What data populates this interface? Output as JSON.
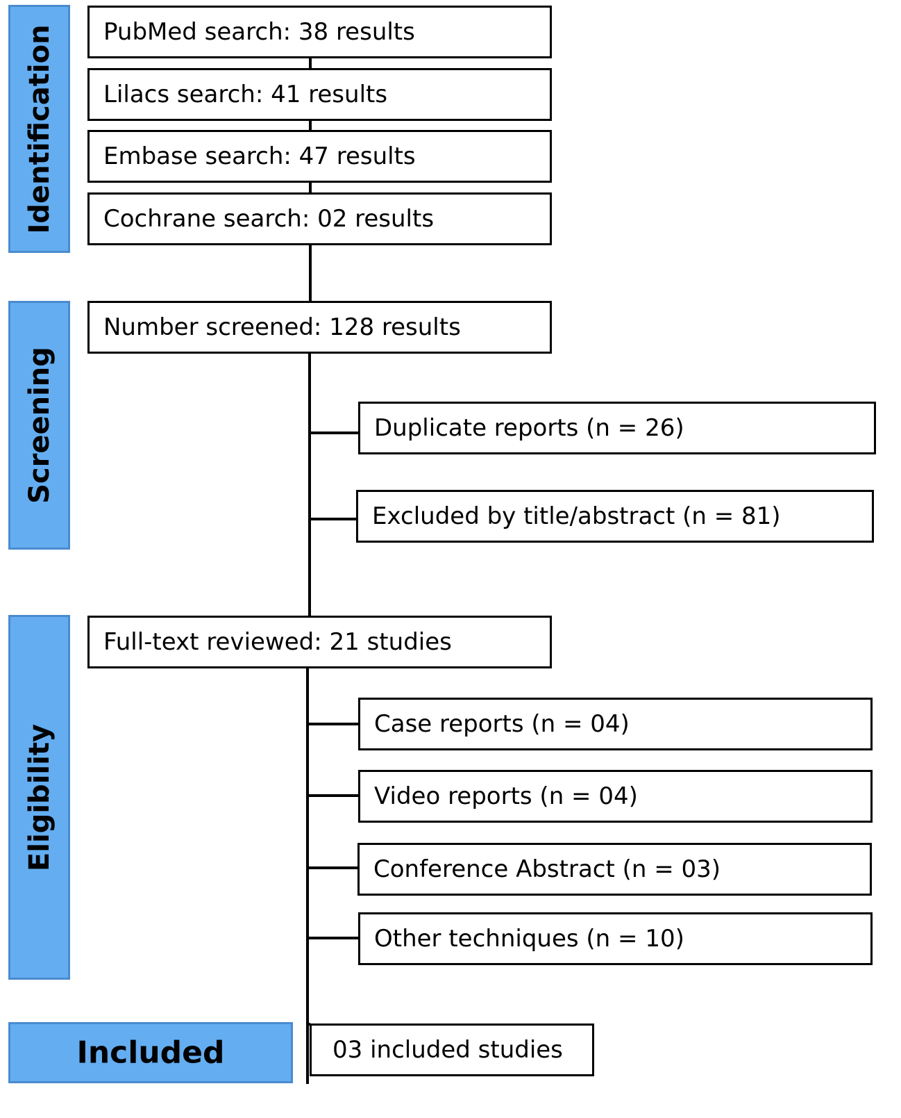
{
  "phases": {
    "identification": "Identification",
    "screening": "Screening",
    "eligibility": "Eligibility",
    "included": "Included"
  },
  "identification": {
    "pubmed": "PubMed search: 38 results",
    "lilacs": "Lilacs search: 41 results",
    "embase": "Embase search: 47 results",
    "cochrane": "Cochrane search: 02 results"
  },
  "screening": {
    "screened": "Number screened: 128 results",
    "duplicates": "Duplicate reports (n = 26)",
    "excluded_title_abstract": "Excluded by title/abstract (n = 81)"
  },
  "eligibility": {
    "fulltext": "Full-text reviewed: 21 studies",
    "case_reports": "Case reports (n = 04)",
    "video_reports": "Video reports (n = 04)",
    "conference_abstract": "Conference Abstract (n = 03)",
    "other_techniques": "Other techniques (n = 10)"
  },
  "included": {
    "studies": "03 included studies"
  },
  "colors": {
    "phase_fill": "#64adf0",
    "phase_border": "#4a8bd0"
  }
}
